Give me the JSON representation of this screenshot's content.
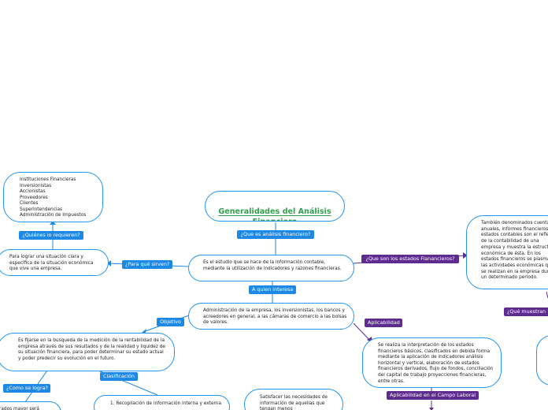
{
  "title": "Generalidades del Análisis Financiero",
  "nodes": {
    "definition": "Es el estudio que se hace de la información contable, mediante la utilización de indicadores y razones financieras.",
    "interest": "Administración de la empresa, los inversionistas, los bancos y acreedores en general, a las cámaras de comercio a las bolsas de valores.",
    "who_requires": "Instituciones Financieras\nInversionistas\nAccionistas\nProveedores\nClientes\nSuperintendencias\nAdministración de Impuestos",
    "purpose": "Para lograr una situación clara y específica de la situación económica que vive una empresa.",
    "objective": "Es fijarse en la busqueda de la medición de la rentabilidad de la empresa através de sus resultados y de la realidad y liquidez de su situación financiera, para poder determinar su estado actual y poder predecir su evolución en el futuro.",
    "financial_statements": "También denominados cuentas anuales, informes financieros o estados contables son el reflejo de la contabilidad de una empresa y muestra la estructura económica de ésta. En los estados financieros se plasman las actividades económicas que se realizan en la empresa durante un determinado periodo.",
    "applicability": "Se realiza la interpretación de los estados financieros básicos, clasificados en debida forma mediante la aplicación de indicadores análisis horizontal y vertical, elaboración de estados financieros derivados, flujo de fondos, conciliación del capital de trabajo proyecciones financieras, entre otras.",
    "classification_1": "1. Recopilación de información interna y externa",
    "needs": "Satisfacer las necesidades de información de aquellas que tengan menos",
    "partial_left": "rados mayor será"
  },
  "labels": {
    "what_is": "¿Que es análisis financiero?",
    "who_requires": "¿Quiénes lo requieren?",
    "what_for": "¿Para qué sirven?",
    "who_interest": "A quien interesa",
    "what_are_fs": "¿Que son los estados Fianancieros?",
    "objective": "Objetivo",
    "applicability": "Aplicabilidad",
    "how_achieved": "¿Como se logra?",
    "classification": "Clasificación",
    "labor_field": "Aplicabilidad en el Campo Laboral",
    "what_they_show": "¿Qué muestran"
  },
  "colors": {
    "node_border": "#2196f3",
    "blue_label": "#1e88e5",
    "purple_label": "#5e2b8f",
    "blue_line": "#1e88e5",
    "purple_line": "#5e2b8f",
    "title_text": "#2fa14b"
  }
}
